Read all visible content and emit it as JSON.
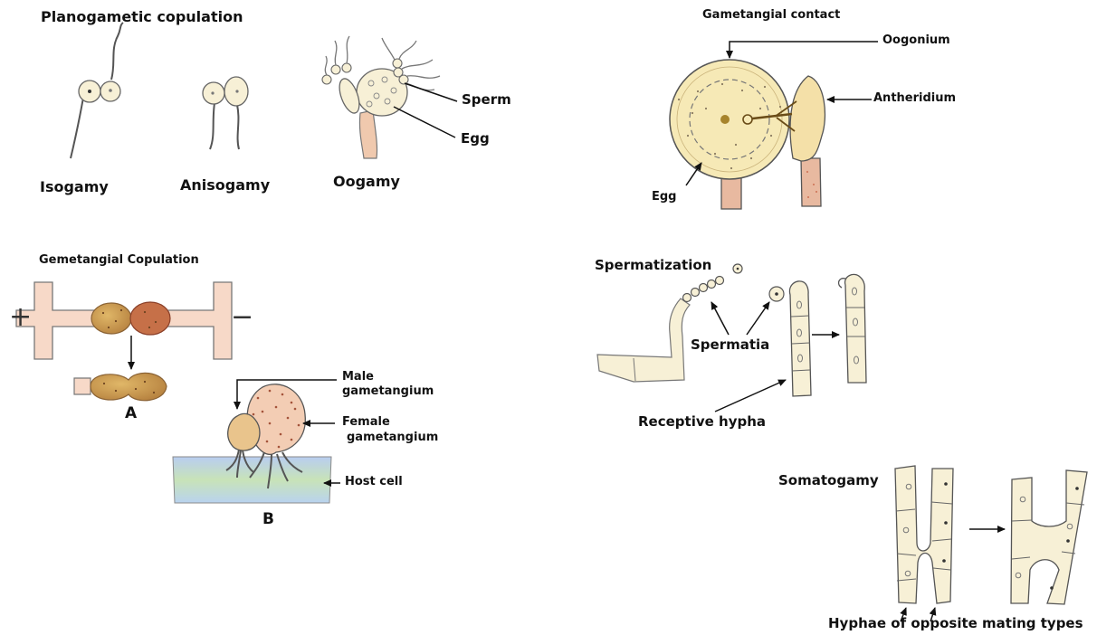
{
  "planogametic": {
    "title": "Planogametic copulation",
    "isogamy": "Isogamy",
    "anisogamy": "Anisogamy",
    "oogamy": "Oogamy",
    "sperm": "Sperm",
    "egg": "Egg"
  },
  "gametangial_contact": {
    "title": "Gametangial contact",
    "oogonium": "Oogonium",
    "antheridium": "Antheridium",
    "egg": "Egg"
  },
  "gametangial_copulation": {
    "title": "Gemetangial Copulation",
    "plus": "+",
    "minus": "−",
    "label_a": "A",
    "label_b": "B",
    "male_line1": "Male",
    "male_line2": "gametangium",
    "female_line1": "Female",
    "female_line2": "gametangium",
    "host_cell": "Host cell"
  },
  "spermatization": {
    "title": "Spermatization",
    "spermatia": "Spermatia",
    "receptive_hypha": "Receptive hypha"
  },
  "somatogamy": {
    "title": "Somatogamy",
    "hyphae": "Hyphae of opposite mating types"
  },
  "colors": {
    "cell_fill": "#f7f0d6",
    "cell_stroke": "#555555",
    "oogonium_fill": "#f6e9b6",
    "stalk_fill": "#e8b9a0",
    "gametangium_fill": "#cc9a55",
    "host_fill": "#bdd7ee"
  }
}
